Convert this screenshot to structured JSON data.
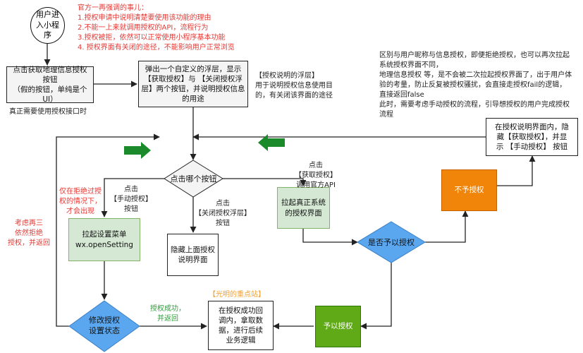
{
  "colors": {
    "diamond_blue": "#5aa7f0",
    "green_arrow": "#1a8a2a",
    "red_text": "#e53935"
  },
  "nodes": {
    "start": "用户进\n入小程\n序",
    "click_location_btn": "点击获取地理信息授权\n按钮\n（假的按钮，单纯是个\nUI）",
    "popup_layer": "弹出一个自定义的浮层，显示\n【获取授权】与 【关闭授权浮\n层】两个按钮，并说明授权信息\n的用途",
    "which_button": "点击哪个按钮",
    "open_setting": "拉起设置菜单\nwx.openSetting",
    "hide_layer": "隐藏上面授权\n说明界面",
    "system_auth": "拉起真正系统\n的授权界面",
    "is_authorized": "是否予以授权",
    "not_authorized": "不予授权",
    "authorized": "予以授权",
    "success_callback": "在授权成功回\n调内，拿取数\n据，进行后续\n业务逻辑",
    "modify_auth": "修改授权\n设置状态",
    "hide_get_auth": "在授权说明界面内，隐\n藏【获取授权】，并显\n示 【手动授权】 按钮"
  },
  "labels": {
    "official_notes": "官方一再强调的事儿：\n1.授权申请中说明清楚要使用该功能的理由\n2.不能一上来就调用授权的API，流程行为\n3.授权被拒，依然可以正常使用小程序基本功能\n4. 授权界面有关闭的途径，不能影响用户正常浏览",
    "real_need": "真正需要使用授权接口时",
    "auth_layer_desc": "【授权说明的浮层】\n用于说明授权信息使用目\n的，有关闭该界面的途径",
    "diff_desc": "区别与用户昵称与信息授权，即便拒绝授权，也可以再次拉起\n系统授权界面不同，\n地理信息授权 等，是不会被二次拉起授权界面了，出于用户体\n验的考量，防止反复被授权骚扰，会直接走授权fail的逻辑，\n直接返回false\n此时，需要考虑手动授权的流程，引导想授权的用户完成授权\n流程",
    "click_get_auth": "点击\n【获取授权】\n调用官方API",
    "click_manual": "点击\n【手动授权】\n按钮",
    "only_after_reject": "仅在拒绝过授\n权的情况下，\n才会出现",
    "click_close": "点击\n【关闭授权浮层】\n按钮",
    "reconsider": "考虑再三\n依然拒绝\n授权，并返回",
    "success_return": "授权成功，\n并返回",
    "watermark": "【光明的重点站】"
  }
}
